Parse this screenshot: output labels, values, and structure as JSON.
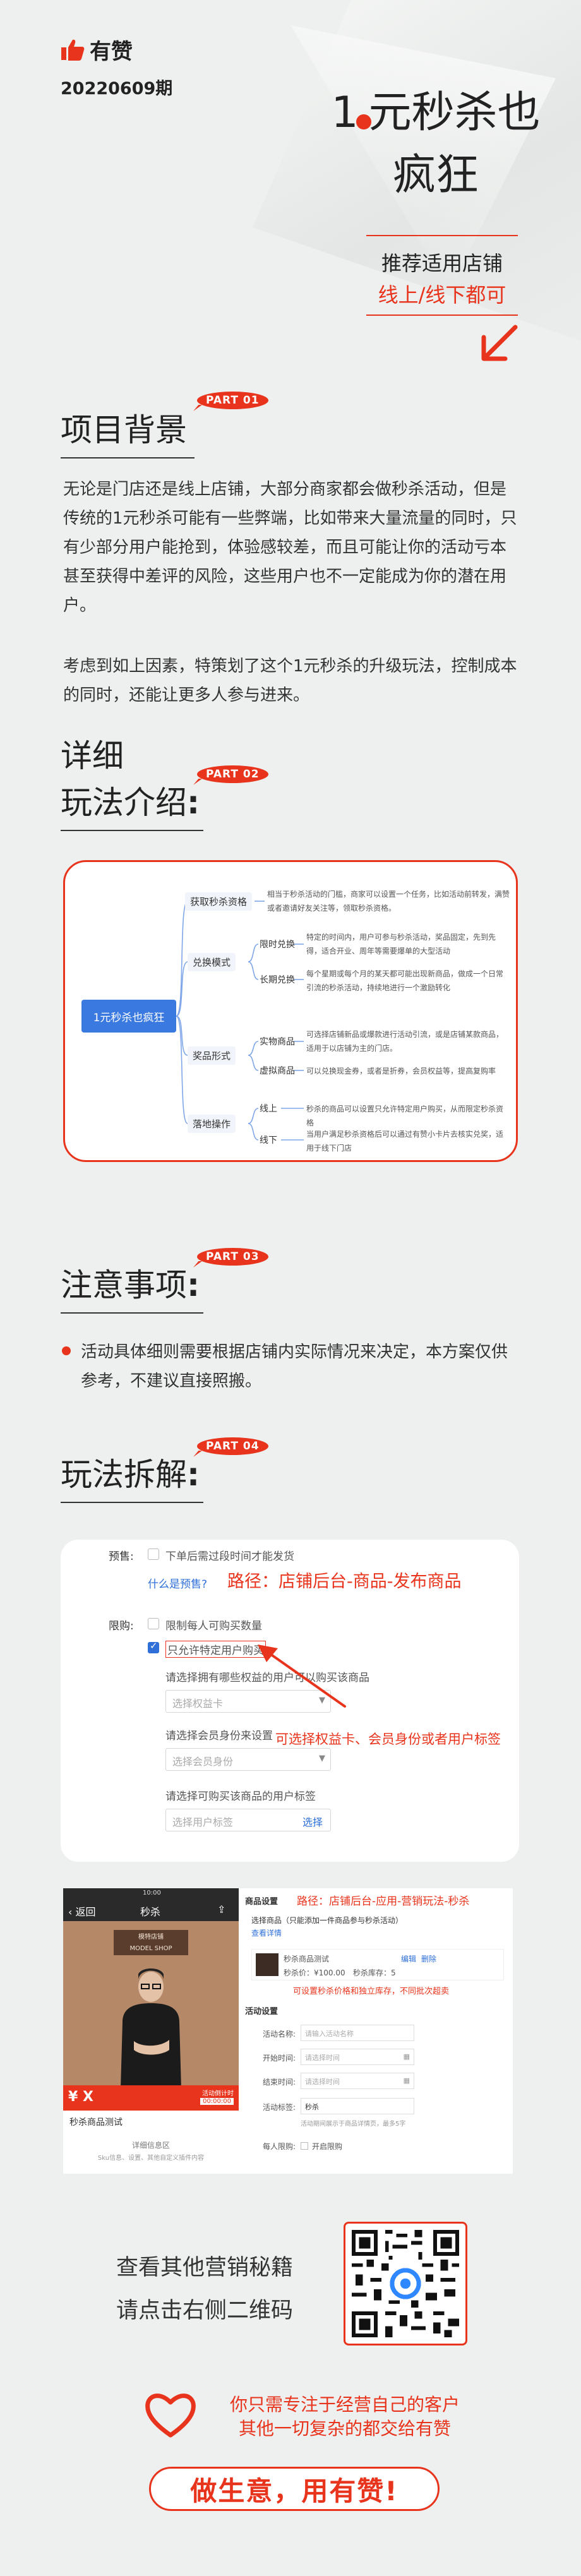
{
  "hero": {
    "brand_name": "有赞",
    "issue": "20220609期",
    "title_line1_pre": "1",
    "title_line1_post": "元秒杀也",
    "title_line2": "疯狂",
    "sub1": "推荐适用店铺",
    "sub2": "线上/线下都可"
  },
  "sections": {
    "s1": {
      "badge": "PART 01",
      "title": "项目背景"
    },
    "s2": {
      "badge": "PART 02",
      "title_line1": "详细",
      "title_line2": "玩法介绍",
      "colon": ":"
    },
    "s3": {
      "badge": "PART 03",
      "title": "注意事项",
      "colon": ":"
    },
    "s4": {
      "badge": "PART 04",
      "title": "玩法拆解",
      "colon": ":"
    }
  },
  "background": {
    "p1": "无论是门店还是线上店铺，大部分商家都会做秒杀活动，但是传统的1元秒杀可能有一些弊端，比如带来大量流量的同时，只有少部分用户能抢到，体验感较差，而且可能让你的活动亏本甚至获得中差评的风险，这些用户也不一定能成为你的潜在用户。",
    "p2": "考虑到如上因素，特策划了这个1元秒杀的升级玩法，控制成本的同时，还能让更多人参与进来。"
  },
  "mindmap": {
    "root": "1元秒杀也疯狂",
    "branches": [
      {
        "label": "获取秒杀资格",
        "leaf": "相当于秒杀活动的门槛，商家可以设置一个任务，比如活动前转发，满赞或者邀请好友关注等，领取秒杀资格。"
      },
      {
        "label": "兑换模式",
        "children": [
          {
            "label": "限时兑换",
            "leaf": "特定的时间内，用户可参与秒杀活动，奖品固定，先到先得，适合开业、周年等需要爆单的大型活动"
          },
          {
            "label": "长期兑换",
            "leaf": "每个星期或每个月的某天都可能出现新商品，做成一个日常引流的秒杀活动，持续地进行一个激励转化"
          }
        ]
      },
      {
        "label": "奖品形式",
        "children": [
          {
            "label": "实物商品",
            "leaf": "可选择店铺新品或爆款进行活动引流，或是店铺某款商品，适用于以店铺为主的门店。"
          },
          {
            "label": "虚拟商品",
            "leaf": "可以兑换现金券，或者是折券，会员权益等，提高复购率"
          }
        ]
      },
      {
        "label": "落地操作",
        "children": [
          {
            "label": "线上",
            "leaf": "秒杀的商品可以设置只允许特定用户购买，从而限定秒杀资格"
          },
          {
            "label": "线下",
            "leaf": "当用户满足秒杀资格后可以通过有赞小卡片去核实兑奖，适用于线下门店"
          }
        ]
      }
    ]
  },
  "notes": {
    "item1": "活动具体细则需要根据店铺内实际情况来决定，本方案仅供参考，不建议直接照搬。"
  },
  "shot1": {
    "presale_label": "预售:",
    "presale_opt": "下单后需过段时间才能发货",
    "presale_link": "什么是预售?",
    "path_note": "路径：店铺后台-商品-发布商品",
    "limit_label": "限购:",
    "limit_opt1": "限制每人可购买数量",
    "limit_opt2": "只允许特定用户购买",
    "rights_label": "请选择拥有哪些权益的用户可以购买该商品",
    "rights_placeholder": "选择权益卡",
    "member_label": "请选择会员身份来设置",
    "member_placeholder": "选择会员身份",
    "tag_label": "请选择可购买该商品的用户标签",
    "tag_placeholder": "选择用户标签",
    "tag_pick": "选择",
    "hint": "可选择权益卡、会员身份或者用户标签"
  },
  "shot2": {
    "phone_time": "10:00",
    "phone_back": "返回",
    "phone_title": "秒杀",
    "shop_line1": "MODEL SHOP",
    "shop_line2": "模特店铺",
    "price": "¥ X",
    "countdown_label": "活动倒计时",
    "countdown": "00:00:00",
    "product_name": "秒杀商品测试",
    "detail_title": "详细信息区",
    "detail_sub": "Sku信息、设置、其他自定义插件内容",
    "sec_product": "商品设置",
    "path_note": "路径：店铺后台-应用-营销玩法-秒杀",
    "pick_product": "选择商品（只能添加一件商品参与秒杀活动）",
    "pick_link": "查看详情",
    "prod_name": "秒杀商品测试",
    "prod_price": "秒杀价：¥100.00",
    "prod_stock": "秒杀库存：5",
    "prod_edit": "编辑",
    "prod_delete": "删除",
    "prod_note": "可设置秒杀价格和独立库存，不同批次超卖",
    "sec_activity": "活动设置",
    "f_name": "活动名称:",
    "f_name_ph": "请输入活动名称",
    "f_start": "开始时间:",
    "f_start_ph": "请选择时间",
    "f_end": "结束时间:",
    "f_end_ph": "请选择时间",
    "f_tag": "活动标签:",
    "f_tag_val": "秒杀",
    "f_tag_note": "活动期间展示于商品详情页，最多5字",
    "f_limit": "每人限购:",
    "f_limit_opt": "开启限购"
  },
  "footer": {
    "qr_line1": "查看其他营销秘籍",
    "qr_line2": "请点击右侧二维码",
    "slogan1": "你只需专注于经营自己的客户",
    "slogan2": "其他一切复杂的都交给有赞",
    "cta": "做生意，用有赞!"
  },
  "colors": {
    "accent": "#e8341c",
    "link": "#2e6fd8",
    "mindmap_root": "#3a7ae0"
  }
}
